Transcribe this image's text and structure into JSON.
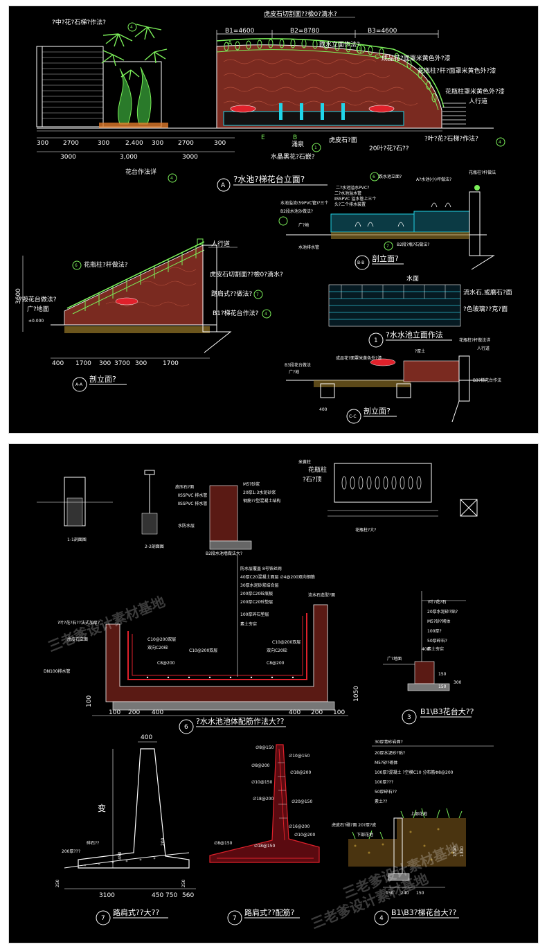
{
  "sheet1": {
    "elevation": {
      "top_note": "?中?花?石梯?作法?",
      "top_note_circle": "4",
      "brick_top": "虎皮石切割面??檢0?滴水?",
      "b1": "B1=4600",
      "b2": "B2=8780",
      "b3": "B3=4600",
      "pool_note": "跌水立面作法?",
      "pool_note_circle": "1",
      "paint1": "成品花?面罩米黄色外?漆",
      "paint2": "花瓶柱?杆?面罩米黄色外?漆",
      "paint3": "花瓶柱罩米黄色外?漆",
      "sidewalk": "人行道",
      "label_a": "A",
      "label_b": "B",
      "label_c": "C",
      "label_e": "E",
      "dims_bottom": [
        "300",
        "2700",
        "300",
        "2.400",
        "300",
        "2700",
        "300"
      ],
      "dims_bottom2": [
        "3000",
        "3,000",
        "3000"
      ],
      "planter": "花台作法详",
      "planter_circle": "4",
      "fountain": "涌泉",
      "fountain_circle": "1",
      "stone_face": "虎皮石?面",
      "granite": "水晶黑花?石嵌?",
      "leaf": "20叶?花?石??",
      "stair_note": "?叶?花?石梯?作法?",
      "stair_circle": "4",
      "title": "?水池?梯花台立面?",
      "title_circle": "A"
    },
    "section_aa": {
      "sidewalk": "人行道",
      "railing": "花瓶柱?杆做法?",
      "railing_circle": "6",
      "brick": "虎皮石切割面??檢0?滴水?",
      "curb": "路肩式??做法?",
      "curb_circle": "7",
      "planter_note": "B1?梯花台作法?",
      "planter_circle": "4",
      "left_note": "?毁花台做法?",
      "ground": "广?地面",
      "elev": "±0.000",
      "height_dim": "3600",
      "dims": [
        "400",
        "1700",
        "300",
        "3700",
        "300",
        "1700"
      ],
      "title": "剖立面?",
      "label": "A-A"
    },
    "section_bb": {
      "n1": "二?水池溢水管",
      "n2": "跌水池立面?",
      "n3": "A?水池(小)坪做法?",
      "n4": "花瓶柱?杆做法",
      "n5": "二?水池溢水PVC?",
      "n6": "ⅡSSPVC 溢水管上三个",
      "n7": "水池溢流(59PVC管)?三个",
      "n8": "头?二个排水装置",
      "n9": "B2段水池沙做法?",
      "n10": "广?地",
      "n11": "水池排水管",
      "n12": "B2段?瓶?石做法?",
      "c1": "6",
      "c2": "7",
      "title": "剖立面?",
      "label": "B-B"
    },
    "pool_elev": {
      "water": "水面",
      "n1": "流水石,或磨石?面",
      "n2": "?色玻璃??克?面",
      "title": "?水水池立面作法",
      "circle": "1"
    },
    "section_cc": {
      "n1": "成品花?面罩米黄色外?漆",
      "n2": "?厚土",
      "n3": "花瓶柱?杆做法详",
      "n4": "人行道",
      "n5": "B3段花台做法",
      "n6": "广?地",
      "n7": "B3?梯花台作法",
      "dim": "400",
      "title": "剖立面?",
      "label": "C-C"
    }
  },
  "sheet2": {
    "details": {
      "d1": "1-1剖面图",
      "d2": "2-2剖面图",
      "wall_title": "B2段水池墙做法大?",
      "rail_title": "花瓶柱?大?",
      "rail_a": "米黄柱",
      "rail_b": "花瓶柱",
      "rail_c": "?石?顶",
      "wall_notes": [
        "皮压石?面",
        "M5?砂浆",
        "ⅡSSPVC 排水管",
        "ⅡSSPVC 排水管",
        "20厚1:3水泥砂浆",
        "钢筋??型混凝土结构",
        "水防水层"
      ]
    },
    "pool_body": {
      "spec": [
        "防水层覆盖 8号铁丝网",
        "40厚C20混凝土面层 ∅4@200双向钢筋",
        "30厚水泥砂浆结合层",
        "200厚C20砼底板",
        "200厚C20砼垫层",
        "100厚碎石垫层",
        "素土夯实"
      ],
      "left_note": "?叶?花?石??法式加厚?",
      "stone": "虎皮石立面",
      "pipe": "DN100排水管",
      "stream": "流水石造型?面",
      "r1a": "C10@200双层",
      "r1b": "双向C20砼",
      "r2": "C10@200双层",
      "r3": "C8@200",
      "r4": "C8@200",
      "r5a": "C10@200双层",
      "r5b": "双向C20砼",
      "dims_left": [
        "100",
        "200",
        "400"
      ],
      "dims_right": [
        "400",
        "200",
        "100"
      ],
      "dim_side": "1050",
      "dim_bottom_left": "100",
      "title": "?水水池池体配筋作法大??",
      "circle": "6"
    },
    "planter_b1": {
      "layers": [
        "?叶?花?石",
        "20厚水泥砂?贴?",
        "M5?砂?砌体",
        "100厚?",
        "50厚碎石?",
        "素土夯实"
      ],
      "ground": "广?地面",
      "dims": [
        "400",
        "150",
        "150",
        "300"
      ],
      "title": "B1\\B3花台大??",
      "circle": "3"
    },
    "curb_detail": {
      "width_top": "400",
      "label": "变",
      "gravel": "碎石??",
      "layer": "200厚???",
      "dims": [
        "3100",
        "450",
        "750",
        "560"
      ],
      "dims_h": [
        "450",
        "200",
        "250",
        "250"
      ],
      "title": "路肩式??大??",
      "circle": "7"
    },
    "rebar": {
      "labels": [
        "∅8@150",
        "∅10@150",
        "∅8@200",
        "∅18@200",
        "∅10@150",
        "∅20@150",
        "∅18@200",
        "∅18@150",
        "∅8@150",
        "∅10@200",
        "∅16@200"
      ],
      "title": "路肩式??配筋?",
      "circle": "7"
    },
    "planter_b3": {
      "layers": [
        "30厚青砂岩面?",
        "20厚水泥砂?贴?",
        "M5?砂?砌体",
        "100厚?混凝土 ?空模C10 分布筋Φ8@200",
        "100厚???",
        "50厚碎石??",
        "素土??"
      ],
      "upper": "上部花地",
      "lower": "下部花地",
      "stone": "虎皮石?磁?面 20?厚?皮",
      "dims_bottom": [
        "150",
        "240",
        "150"
      ],
      "dims_side": [
        "1700",
        "1300"
      ],
      "title": "B1\\B3?梯花台大??",
      "circle": "4"
    },
    "watermarks": [
      "三老爹设计素材基地",
      "三老爹设计素材基地",
      "三老爹设计素材基地"
    ]
  },
  "colors": {
    "line": "#ffffff",
    "green": "#7cf05a",
    "cyan": "#21d4e8",
    "red": "#e0212b",
    "brick": "#7a2a20",
    "soil": "#9a7a2a",
    "yellow": "#f0e000",
    "orange": "#e07a2a"
  }
}
